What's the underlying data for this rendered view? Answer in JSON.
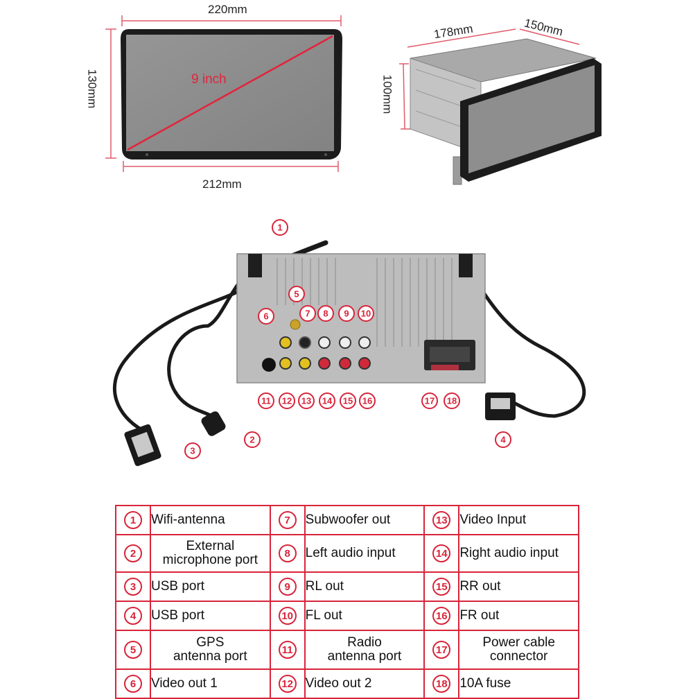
{
  "dimensions": {
    "front_width": "220mm",
    "front_height": "130mm",
    "front_diagonal": "9 inch",
    "front_bottom_width": "212mm",
    "side_depth": "178mm",
    "side_width": "150mm",
    "side_height": "100mm"
  },
  "callouts": [
    "1",
    "2",
    "3",
    "4",
    "5",
    "6",
    "7",
    "8",
    "9",
    "10",
    "11",
    "12",
    "13",
    "14",
    "15",
    "16",
    "17",
    "18"
  ],
  "legend": [
    [
      {
        "n": "1",
        "label": "Wifi-antenna"
      },
      {
        "n": "7",
        "label": "Subwoofer out"
      },
      {
        "n": "13",
        "label": "Video Input"
      }
    ],
    [
      {
        "n": "2",
        "label": "External\nmicrophone port"
      },
      {
        "n": "8",
        "label": "Left audio input"
      },
      {
        "n": "14",
        "label": "Right audio input"
      }
    ],
    [
      {
        "n": "3",
        "label": "USB port"
      },
      {
        "n": "9",
        "label": "RL out"
      },
      {
        "n": "15",
        "label": "RR out"
      }
    ],
    [
      {
        "n": "4",
        "label": "USB port"
      },
      {
        "n": "10",
        "label": "FL out"
      },
      {
        "n": "16",
        "label": "FR out"
      }
    ],
    [
      {
        "n": "5",
        "label": "GPS\nantenna port"
      },
      {
        "n": "11",
        "label": "Radio\nantenna port"
      },
      {
        "n": "17",
        "label": "Power cable\nconnector"
      }
    ],
    [
      {
        "n": "6",
        "label": "Video out 1"
      },
      {
        "n": "12",
        "label": "Video out 2"
      },
      {
        "n": "18",
        "label": "10A fuse"
      }
    ]
  ],
  "colors": {
    "accent_red": "#d8243a",
    "screen_gray": "#8f8f8f",
    "bezel": "#1c1c1c",
    "chassis": "#bdbdbd"
  }
}
